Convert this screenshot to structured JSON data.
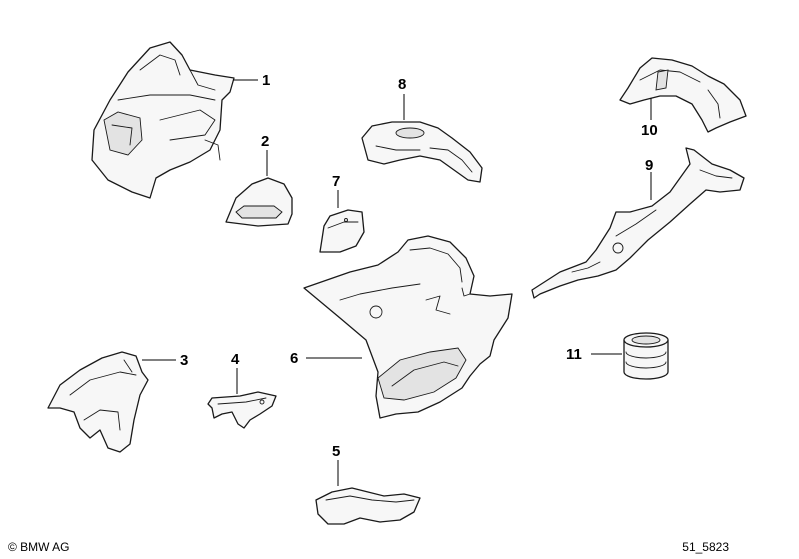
{
  "callouts": {
    "c1": "1",
    "c2": "2",
    "c3": "3",
    "c4": "4",
    "c5": "5",
    "c6": "6",
    "c7": "7",
    "c8": "8",
    "c9": "9",
    "c10": "10",
    "c11": "11"
  },
  "footer": {
    "copyright": "© BMW AG",
    "drawing_code": "51_5823"
  },
  "colors": {
    "line": "#1a1a1a",
    "fill": "#f7f7f7",
    "background": "#ffffff"
  }
}
